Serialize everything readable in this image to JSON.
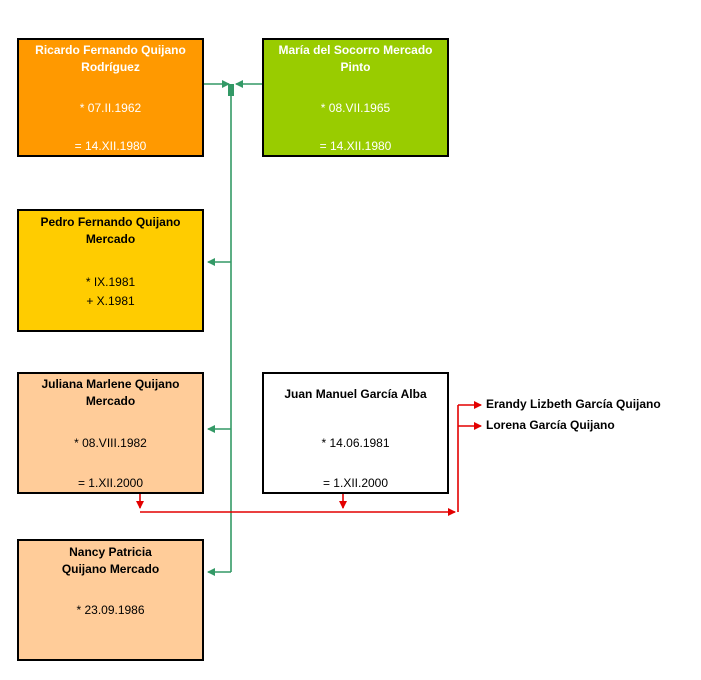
{
  "colors": {
    "ricardo_fill": "#ff9900",
    "maria_fill": "#99cc00",
    "pedro_fill": "#ffcc00",
    "juliana_fill": "#ffcc99",
    "juan_fill": "#ffffff",
    "nancy_fill": "#ffcc99",
    "parent_link": "#339966",
    "couple_link": "#e30000"
  },
  "persons": {
    "ricardo": {
      "name_line1": "Ricardo Fernando Quijano",
      "name_line2": "Rodríguez",
      "birth": "* 07.II.1962",
      "marriage": "= 14.XII.1980"
    },
    "maria": {
      "name_line1": "María del Socorro Mercado",
      "name_line2": "Pinto",
      "birth": "* 08.VII.1965",
      "marriage": "= 14.XII.1980"
    },
    "pedro": {
      "name_line1": "Pedro Fernando Quijano",
      "name_line2": "Mercado",
      "birth": "* IX.1981",
      "death": "+ X.1981"
    },
    "juliana": {
      "name_line1": "Juliana Marlene Quijano",
      "name_line2": "Mercado",
      "birth": "* 08.VIII.1982",
      "marriage": "= 1.XII.2000"
    },
    "juan": {
      "name_line1": "Juan Manuel García Alba",
      "birth": "* 14.06.1981",
      "marriage": "= 1.XII.2000"
    },
    "nancy": {
      "name_line1": "Nancy Patricia",
      "name_line2": "Quijano Mercado",
      "birth": "* 23.09.1986"
    }
  },
  "grandchildren": [
    "Erandy Lizbeth García Quijano",
    "Lorena García Quijano"
  ]
}
